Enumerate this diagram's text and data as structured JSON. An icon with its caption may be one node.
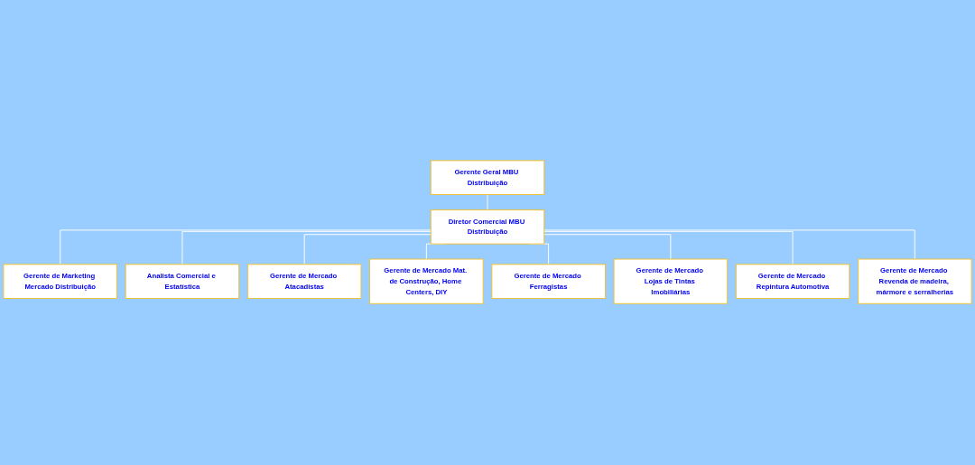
{
  "diagram": {
    "nodes": [
      {
        "text": [
          "Gerente Geral MBU Distribuição"
        ]
      },
      {
        "text": [
          "Diretor Comercial MBU Distribuição"
        ]
      },
      {
        "text": [
          "Gerente de Marketing Mercado Distribuição"
        ]
      },
      {
        "text": [
          "Analista Comercial e Estatística"
        ]
      },
      {
        "text": [
          "Gerente de Mercado Atacadistas"
        ]
      },
      {
        "text": [
          "Gerente de Mercado Mat. de Construção, Home Centers, DIY"
        ]
      },
      {
        "text": [
          "Gerente de Mercado Ferragistas"
        ]
      },
      {
        "text": [
          "Gerente de Mercado Lojas de Tintas Imobiliárias"
        ]
      },
      {
        "text": [
          "Gerente de Mercado Repintura Automotiva"
        ]
      },
      {
        "text": [
          "Gerente de Mercado Revenda de madeira, mármore e serralherias"
        ]
      }
    ],
    "edges": [
      {
        "from": 0,
        "to": 1,
        "arrow": "none"
      },
      {
        "from": 1,
        "to": 2,
        "arrow": "none"
      },
      {
        "from": 1,
        "to": 3,
        "arrow": "none"
      },
      {
        "from": 1,
        "to": 4,
        "arrow": "none"
      },
      {
        "from": 1,
        "to": 5,
        "arrow": "none"
      },
      {
        "from": 1,
        "to": 6,
        "arrow": "none"
      },
      {
        "from": 1,
        "to": 7,
        "arrow": "none"
      },
      {
        "from": 1,
        "to": 8,
        "arrow": "none"
      },
      {
        "from": 1,
        "to": 9,
        "arrow": "none"
      }
    ]
  }
}
